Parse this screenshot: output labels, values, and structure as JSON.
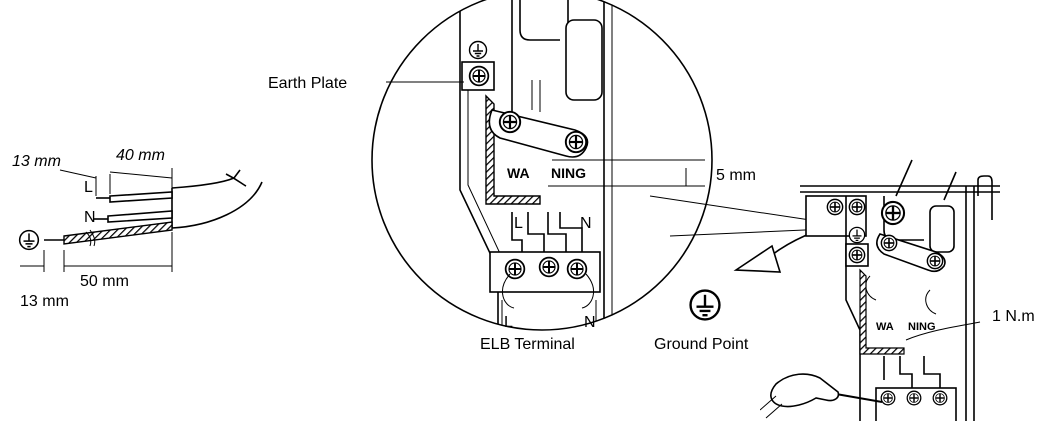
{
  "labels": {
    "earth_plate": "Earth Plate",
    "dim_13_top": "13 mm",
    "dim_40": "40 mm",
    "wire_L": "L",
    "wire_N": "N",
    "dim_50": "50 mm",
    "dim_13_bottom": "13 mm",
    "warning_text_left": "WA",
    "warning_text_right": "NING",
    "dim_5": "5 mm",
    "terminal_L": "L",
    "terminal_N": "N",
    "elb_terminal": "ELB Terminal",
    "ground_point": "Ground Point",
    "torque": "1 N.m",
    "warning_small_left": "WA",
    "warning_small_right": "NING"
  },
  "icons": {
    "ground": "ground-symbol-icon",
    "screw": "screw-icon"
  }
}
